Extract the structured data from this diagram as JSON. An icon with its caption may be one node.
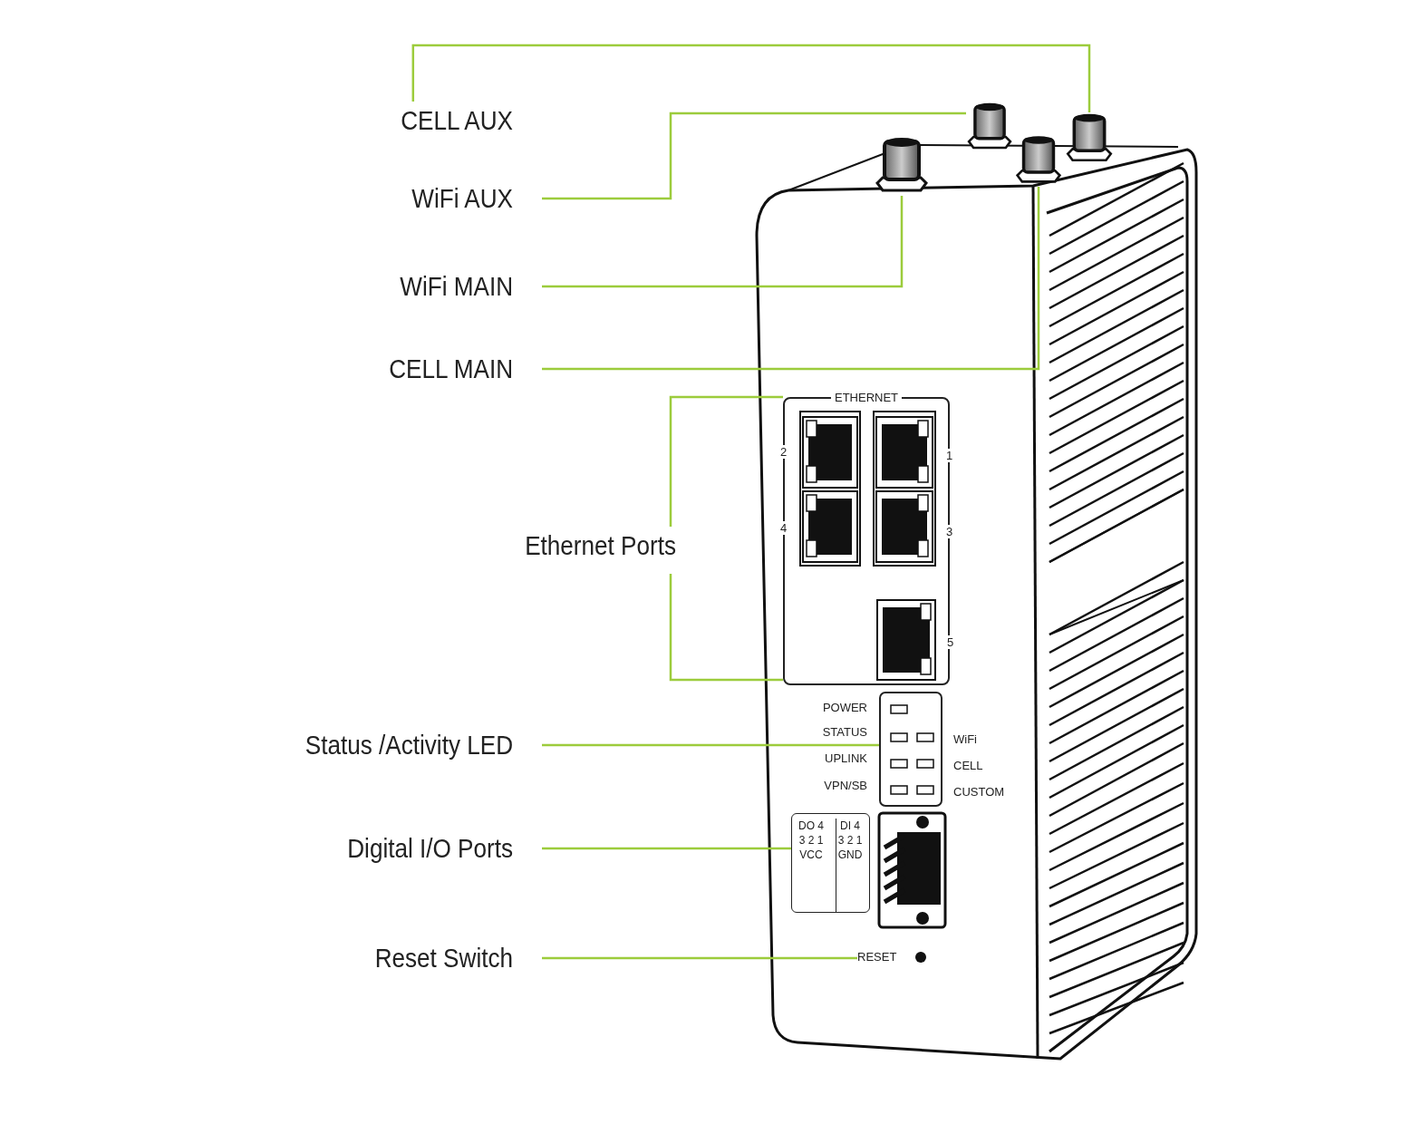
{
  "diagram": {
    "nodes": [
      {
        "text": [
          "CELL AUX"
        ]
      },
      {
        "text": [
          "WiFi AUX"
        ]
      },
      {
        "text": [
          "WiFi MAIN"
        ]
      },
      {
        "text": [
          "CELL MAIN"
        ]
      },
      {
        "text": [
          "Ethernet Ports"
        ]
      },
      {
        "text": [
          "Status /Activity LED"
        ]
      },
      {
        "text": [
          "Digital I/O Ports"
        ]
      },
      {
        "text": [
          "Reset Switch"
        ]
      },
      {
        "text": [],
        "shape": "picture"
      },
      {
        "text": [],
        "shape": "picture"
      },
      {
        "text": [],
        "shape": "picture"
      },
      {
        "text": [],
        "shape": "picture"
      },
      {
        "text": [
          "ETHERNET"
        ]
      },
      {
        "text": [],
        "shape": "box"
      },
      {
        "text": [
          "DO 4 3 2 1 VCC",
          "DI 4 3 2 1 GND"
        ]
      },
      {
        "text": [
          "RESET"
        ]
      }
    ],
    "edges": [
      {
        "from": 0,
        "to": 11,
        "arrow": "none"
      },
      {
        "from": 1,
        "to": 9,
        "arrow": "none"
      },
      {
        "from": 2,
        "to": 8,
        "arrow": "none"
      },
      {
        "from": 3,
        "to": 10,
        "arrow": "none"
      },
      {
        "from": 4,
        "to": 12,
        "arrow": "none"
      },
      {
        "from": 4,
        "to": 12,
        "arrow": "none"
      },
      {
        "from": 5,
        "to": 13,
        "arrow": "none"
      },
      {
        "from": 6,
        "to": 14,
        "arrow": "none"
      },
      {
        "from": 7,
        "to": 15,
        "arrow": "none"
      }
    ],
    "labels": [
      "2",
      "1",
      "4",
      "3",
      "5",
      "POWER",
      "STATUS",
      "WiFi",
      "UPLINK",
      "CELL",
      "VPN/SB",
      "CUSTOM"
    ]
  }
}
